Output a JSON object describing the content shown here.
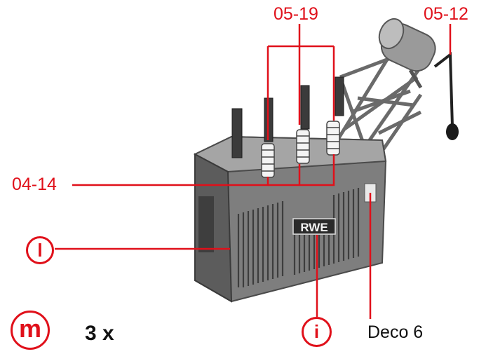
{
  "callouts": {
    "part_0519": "05-19",
    "part_0512": "05-12",
    "part_0414": "04-14",
    "part_l": "l",
    "part_i": "i",
    "deco": "Deco 6"
  },
  "quantity": {
    "symbol": "m",
    "count": "3 x"
  },
  "logo_text": "RWE",
  "colors": {
    "accent": "#e0101a",
    "body": "#8a8a8a",
    "dark": "#3a3a3a"
  }
}
